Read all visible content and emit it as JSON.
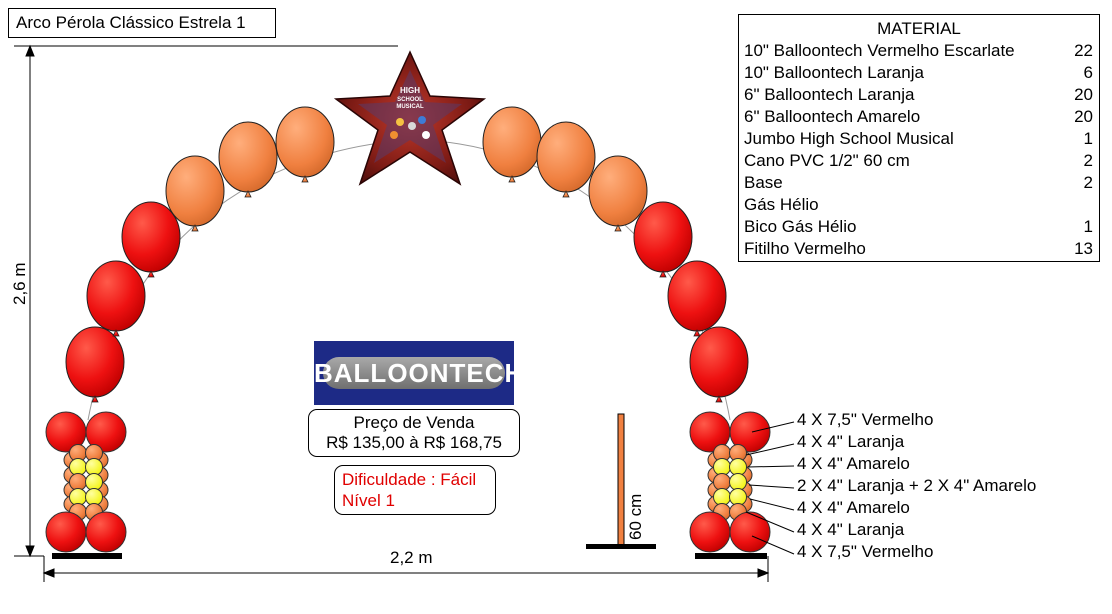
{
  "title": "Arco Pérola Clássico Estrela 1",
  "material": {
    "heading": "MATERIAL",
    "items": [
      {
        "name": "10\" Balloontech Vermelho Escarlate",
        "qty": "22"
      },
      {
        "name": "10\" Balloontech Laranja",
        "qty": "6"
      },
      {
        "name": "6\" Balloontech Laranja",
        "qty": "20"
      },
      {
        "name": "6\" Balloontech Amarelo",
        "qty": "20"
      },
      {
        "name": "Jumbo High School Musical",
        "qty": "1"
      },
      {
        "name": "Cano PVC 1/2\" 60 cm",
        "qty": "2"
      },
      {
        "name": "Base",
        "qty": "2"
      },
      {
        "name": "Gás Hélio",
        "qty": ""
      },
      {
        "name": "Bico Gás Hélio",
        "qty": "1"
      },
      {
        "name": "Fitilho Vermelho",
        "qty": "13"
      }
    ]
  },
  "logo": {
    "text": "BALLOONTECH"
  },
  "price": {
    "label": "Preço de Venda",
    "value": "R$ 135,00 à R$ 168,75"
  },
  "difficulty": {
    "line1": "Dificuldade : Fácil",
    "line2": "Nível 1"
  },
  "dimensions": {
    "width": "2,2 m",
    "height": "2,6 m",
    "pole": "60 cm"
  },
  "star": {
    "line1": "HIGH",
    "line2": "SCHOOL",
    "line3": "MUSICAL"
  },
  "column_labels": [
    "4 X 7,5\" Vermelho",
    "4 X 4\" Laranja",
    "4 X 4\" Amarelo",
    "2 X 4\" Laranja + 2 X 4\" Amarelo",
    "4 X 4\" Amarelo",
    "4 X 4\" Laranja",
    "4 X 7,5\" Vermelho"
  ],
  "colors": {
    "red": "#ee1111",
    "orange": "#f08040",
    "yellow": "#ffff00",
    "logo_bg": "#1d2a86",
    "difficulty": "#e00000"
  }
}
